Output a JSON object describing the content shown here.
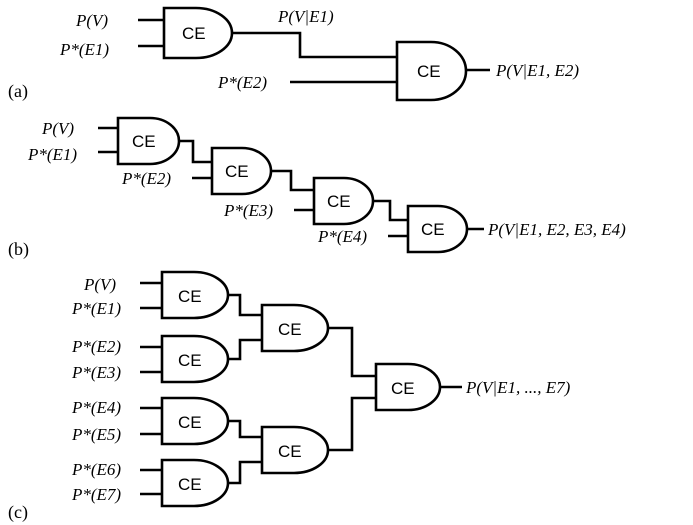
{
  "gate_label": "CE",
  "panels": [
    {
      "label": "(a)",
      "inputs": [
        "P(V)",
        "P*(E1)",
        "P*(E2)"
      ],
      "intermediate": "P(V|E1)",
      "output": "P(V|E1, E2)"
    },
    {
      "label": "(b)",
      "inputs": [
        "P(V)",
        "P*(E1)",
        "P*(E2)",
        "P*(E3)",
        "P*(E4)"
      ],
      "output": "P(V|E1, E2, E3, E4)"
    },
    {
      "label": "(c)",
      "inputs": [
        "P(V)",
        "P*(E1)",
        "P*(E2)",
        "P*(E3)",
        "P*(E4)",
        "P*(E5)",
        "P*(E6)",
        "P*(E7)"
      ],
      "output": "P(V|E1, ..., E7)"
    }
  ]
}
